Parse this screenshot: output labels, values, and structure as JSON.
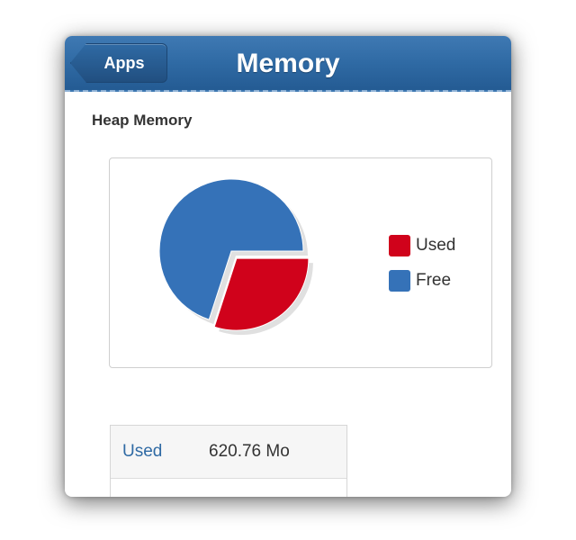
{
  "navbar": {
    "back_label": "Apps",
    "title": "Memory"
  },
  "section": {
    "title": "Heap Memory"
  },
  "chart_data": {
    "type": "pie",
    "categories": [
      "Used",
      "Free"
    ],
    "values": [
      0.3,
      0.7
    ],
    "colors": [
      "#d0021b",
      "#3572b8"
    ],
    "legend": "right"
  },
  "legend": {
    "items": [
      {
        "label": "Used"
      },
      {
        "label": "Free"
      }
    ]
  },
  "table": {
    "rows": [
      {
        "key": "Used",
        "value": "620.76 Mo"
      }
    ]
  }
}
